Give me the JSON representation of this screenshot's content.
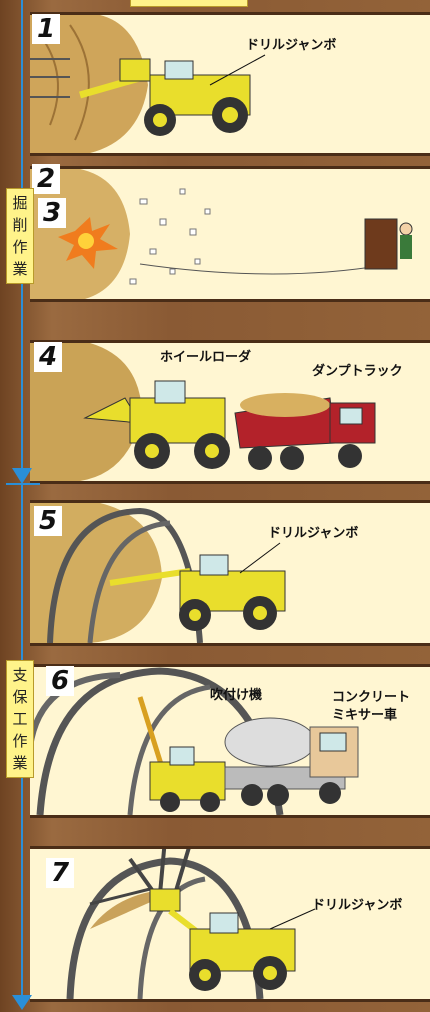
{
  "steps": [
    {
      "num": "1",
      "machine": "ドリルジャンボ"
    },
    {
      "num": "2",
      "machine": ""
    },
    {
      "num": "3",
      "machine": ""
    },
    {
      "num": "4",
      "machine": "ホイールローダ",
      "machine2": "ダンプトラック"
    },
    {
      "num": "5",
      "machine": "ドリルジャンボ"
    },
    {
      "num": "6",
      "machine": "吹付け機",
      "machine2": "コンクリート",
      "machine2_line2": "ミキサー車"
    },
    {
      "num": "7",
      "machine": "ドリルジャンボ"
    }
  ],
  "phases": [
    {
      "label": "掘削作業",
      "chars": [
        "掘",
        "削",
        "作",
        "業"
      ]
    },
    {
      "label": "支保工作業",
      "chars": [
        "支",
        "保",
        "工",
        "作",
        "業"
      ]
    }
  ],
  "colors": {
    "machine_yellow": "#e9de2c",
    "dump_red": "#b3222a",
    "arrow_blue": "#2a8fd8",
    "earth": "#8a5a34"
  }
}
